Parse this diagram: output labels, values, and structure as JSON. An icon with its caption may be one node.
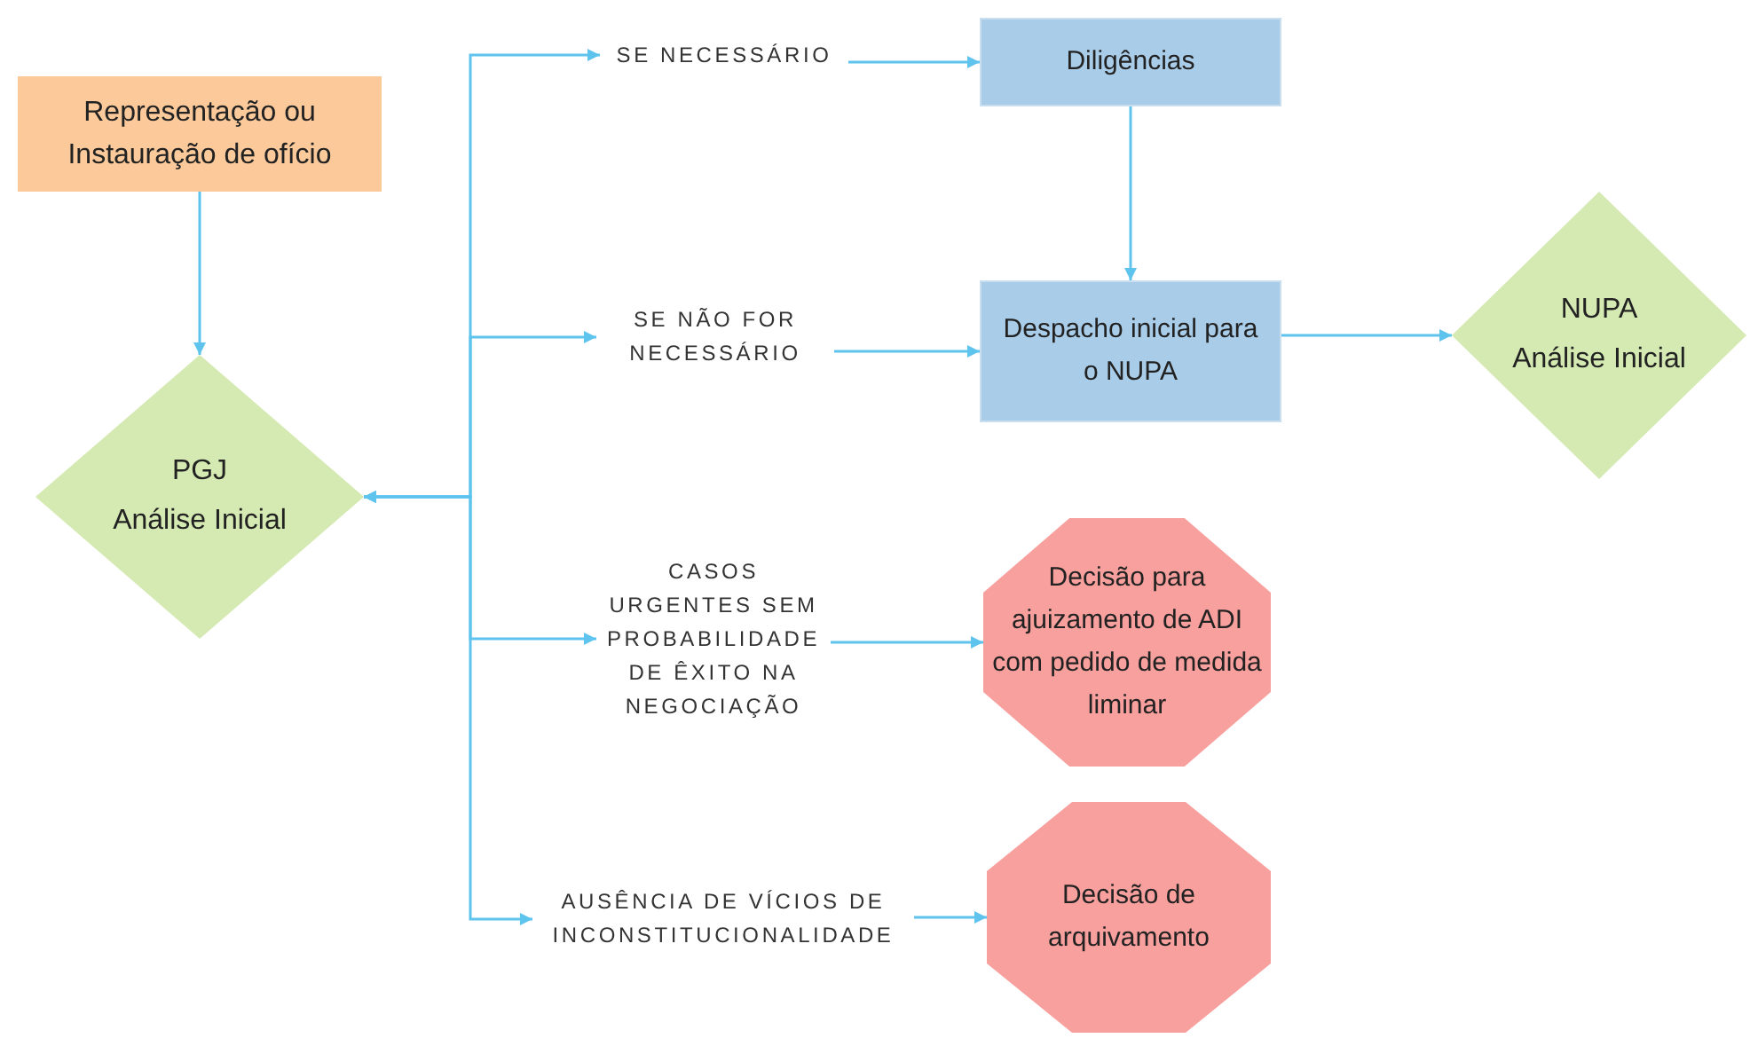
{
  "diagram": {
    "nodes": [
      {
        "text": [
          "Representação ou Instauração de ofício"
        ]
      },
      {
        "text": [
          "PGJ",
          "Análise Inicial"
        ]
      },
      {
        "text": [
          "SE NECESSÁRIO"
        ]
      },
      {
        "text": [
          "Diligências"
        ]
      },
      {
        "text": [
          "SE NÃO FOR NECESSÁRIO"
        ]
      },
      {
        "text": [
          "Despacho inicial para o NUPA"
        ]
      },
      {
        "text": [
          "NUPA",
          "Análise Inicial"
        ]
      },
      {
        "text": [
          "CASOS URGENTES SEM PROBABILIDADE DE ÊXITO NA NEGOCIAÇÃO"
        ]
      },
      {
        "text": [
          "Decisão para ajuizamento de ADI com pedido de medida liminar"
        ]
      },
      {
        "text": [
          "AUSÊNCIA DE VÍCIOS DE INCONSTITUCIONALIDADE"
        ]
      },
      {
        "text": [
          "Decisão de arquivamento"
        ]
      }
    ],
    "edges": [
      {
        "from": 0,
        "to": 1,
        "arrow": "to"
      },
      {
        "from": 1,
        "to": 2,
        "arrow": "both"
      },
      {
        "from": 1,
        "to": 4,
        "arrow": "both"
      },
      {
        "from": 1,
        "to": 7,
        "arrow": "both"
      },
      {
        "from": 1,
        "to": 9,
        "arrow": "both"
      },
      {
        "from": 2,
        "to": 3,
        "arrow": "to"
      },
      {
        "from": 3,
        "to": 5,
        "arrow": "to"
      },
      {
        "from": 4,
        "to": 5,
        "arrow": "to"
      },
      {
        "from": 5,
        "to": 6,
        "arrow": "to"
      },
      {
        "from": 7,
        "to": 8,
        "arrow": "to"
      },
      {
        "from": 9,
        "to": 10,
        "arrow": "to"
      }
    ]
  }
}
